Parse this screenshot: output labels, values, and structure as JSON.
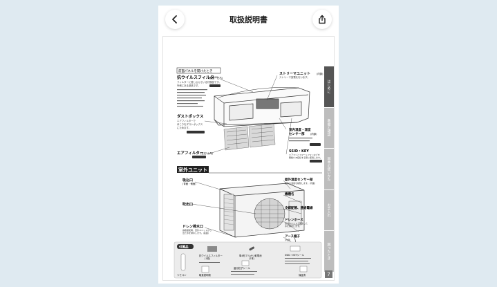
{
  "header": {
    "title": "取扱説明書",
    "back_icon": "chevron-left-icon",
    "share_icon": "share-icon"
  },
  "side_tabs": [
    {
      "label": "はじめに",
      "active": true
    },
    {
      "label": "準備と確認",
      "active": false
    },
    {
      "label": "基本の使いかた",
      "active": false
    },
    {
      "label": "お手入れ",
      "active": false
    },
    {
      "label": "困ったとき",
      "active": false
    }
  ],
  "page_number": "7",
  "indoor": {
    "panel_label": "前面パネルを開けたとき",
    "filter_title": "抗ウイルスフィルター",
    "filter_note": "(前面・左右)",
    "filter_desc1": "フィルターに差し込んでいる付属品です。",
    "filter_desc2": "外側にある部品です。",
    "dust_box_title": "ダストボックス",
    "dust_box_desc1": "エアフィルターで",
    "dust_box_desc2": "ほこりをダストボックス",
    "dust_box_desc3": "にためます。",
    "air_filter_title": "エアフィルター",
    "air_filter_note": "(左右2か所)",
    "streamer_title": "ストリーマユニット",
    "streamer_note": "(内部)",
    "streamer_desc": "ストリーマ放電を行います。",
    "temp_sensor_title": "室内温度・湿度",
    "temp_sensor_title2": "センサー部",
    "temp_sensor_note": "(内部)",
    "ssid_title": "SSID・KEY",
    "ssid_desc1": "エアコンとスマートフォンなどを",
    "ssid_desc2": "無線LAN接続する際に使用します。"
  },
  "outdoor": {
    "section_title": "室外ユニット",
    "intake_title": "吸込口",
    "intake_note": "(背面・側面)",
    "outlet_title": "吹出口",
    "drain_title": "ドレン排水口",
    "drain_desc1": "霜取運転時、室外ユニットから",
    "drain_desc2": "出た水を排水します。(底面)",
    "sensor_title": "屋外温度センサー部",
    "sensor_desc": "屋外の温度を検知します。(背面)",
    "nameplate_title": "機種名",
    "pipe_title": "冷媒配管、連絡電線",
    "drain_hose_title": "ドレンホース",
    "drain_hose_desc1": "室内ユニットで発生した",
    "drain_hose_desc2": "水を排水します。",
    "earth_title": "アース端子",
    "earth_note": "(内部)"
  },
  "accessories": {
    "title": "付属品",
    "items": [
      {
        "label": "抗ウイルスフィルター",
        "sub": "(1枚)"
      },
      {
        "label": "単4形アルカリ乾電池",
        "sub": "(2本)"
      },
      {
        "label": "SSID・KEYシール",
        "sub": ""
      },
      {
        "label": "リモコン",
        "sub": ""
      },
      {
        "label": "取扱説明書",
        "sub": ""
      },
      {
        "label": "還元粒子シール",
        "sub": ""
      },
      {
        "label": "保証書",
        "sub": ""
      }
    ]
  }
}
